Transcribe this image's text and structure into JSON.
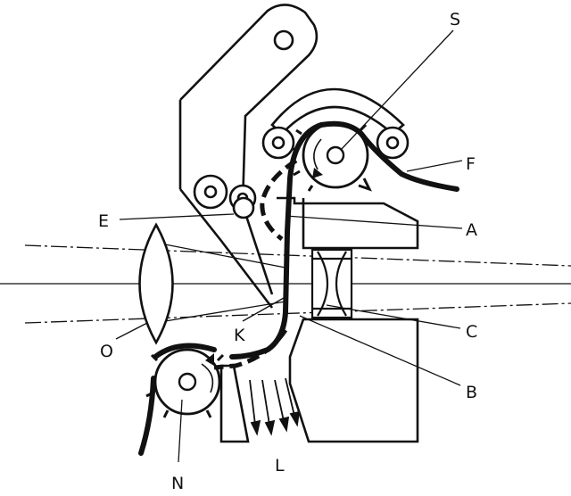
{
  "labels": {
    "S": "S",
    "F": "F",
    "E": "E",
    "A": "A",
    "C": "C",
    "K": "K",
    "O": "O",
    "B": "B",
    "N": "N",
    "L": "L"
  },
  "colors": {
    "ink": "#111111",
    "paper": "#ffffff"
  }
}
